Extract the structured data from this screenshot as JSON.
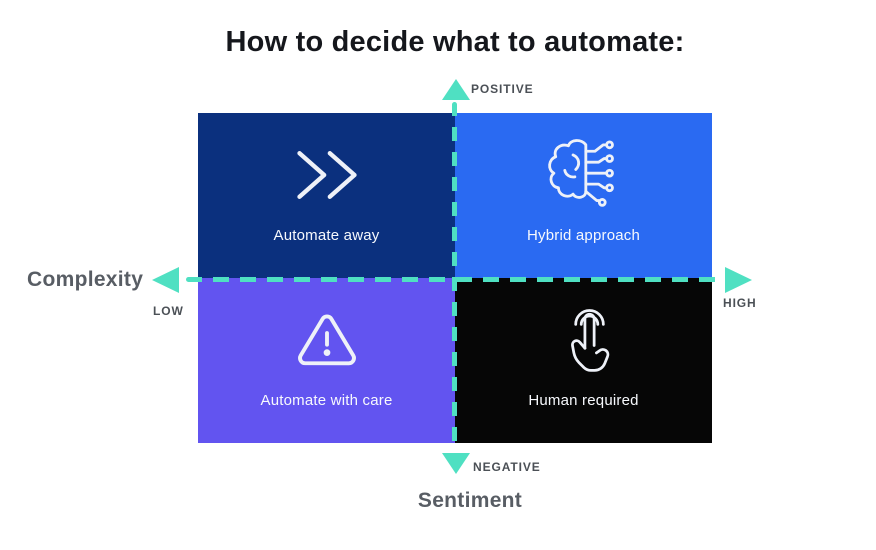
{
  "title": "How to decide what to automate:",
  "colors": {
    "teal_accent": "#4fe0c2",
    "quad_top_left": "#0b307e",
    "quad_top_right": "#2a6af2",
    "quad_bottom_left": "#6254f0",
    "quad_bottom_right": "#060606",
    "title_text": "#15171c",
    "axis_text": "#585d64",
    "axis_caps_text": "#4b5056",
    "quad_label_text": "#f7f9fd"
  },
  "axes": {
    "vertical": {
      "label": "Sentiment",
      "positive": "POSITIVE",
      "negative": "NEGATIVE"
    },
    "horizontal": {
      "label": "Complexity",
      "low": "LOW",
      "high": "HIGH"
    }
  },
  "quadrants": {
    "top_left": {
      "label": "Automate away",
      "icon": "fast-forward-icon"
    },
    "top_right": {
      "label": "Hybrid approach",
      "icon": "brain-circuit-icon"
    },
    "bottom_left": {
      "label": "Automate with care",
      "icon": "warning-triangle-icon"
    },
    "bottom_right": {
      "label": "Human required",
      "icon": "hand-tap-icon"
    }
  }
}
